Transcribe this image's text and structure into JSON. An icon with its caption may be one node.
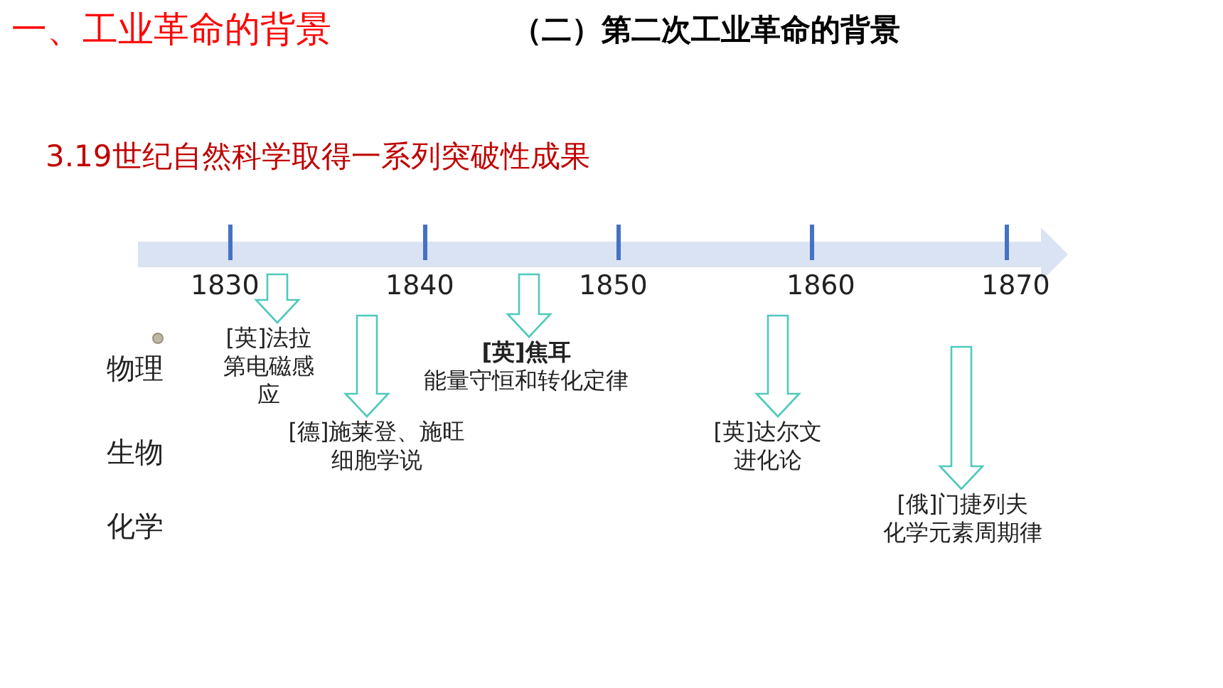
{
  "diagram": {
    "title": "（二）第二次工业革命的背景",
    "nodes": [
      {
        "text": [
          "[英]法拉第电磁感应"
        ]
      },
      {
        "text": [
          "[德]施莱登、施旺",
          "细胞学说"
        ]
      },
      {
        "text": [
          "**[英]焦耳**",
          "能量守恒和转化定律"
        ]
      },
      {
        "text": [
          "[英]达尔文",
          "进化论"
        ]
      },
      {
        "text": [
          "[俄]门捷列夫",
          "化学元素周期律"
        ]
      }
    ],
    "edges": [
      {
        "from": null,
        "to": 0,
        "arrow": "to"
      },
      {
        "from": null,
        "to": 1,
        "arrow": "to"
      },
      {
        "from": null,
        "to": 2,
        "arrow": "to"
      },
      {
        "from": null,
        "to": 3,
        "arrow": "to"
      },
      {
        "from": null,
        "to": 4,
        "arrow": "to"
      }
    ],
    "labels": [
      "一、工业革命的背景",
      "3.19世纪自然科学取得一系列突破性成果",
      "1830",
      "1840",
      "1850",
      "1860",
      "1870",
      "物理",
      "生物",
      "化学"
    ]
  }
}
